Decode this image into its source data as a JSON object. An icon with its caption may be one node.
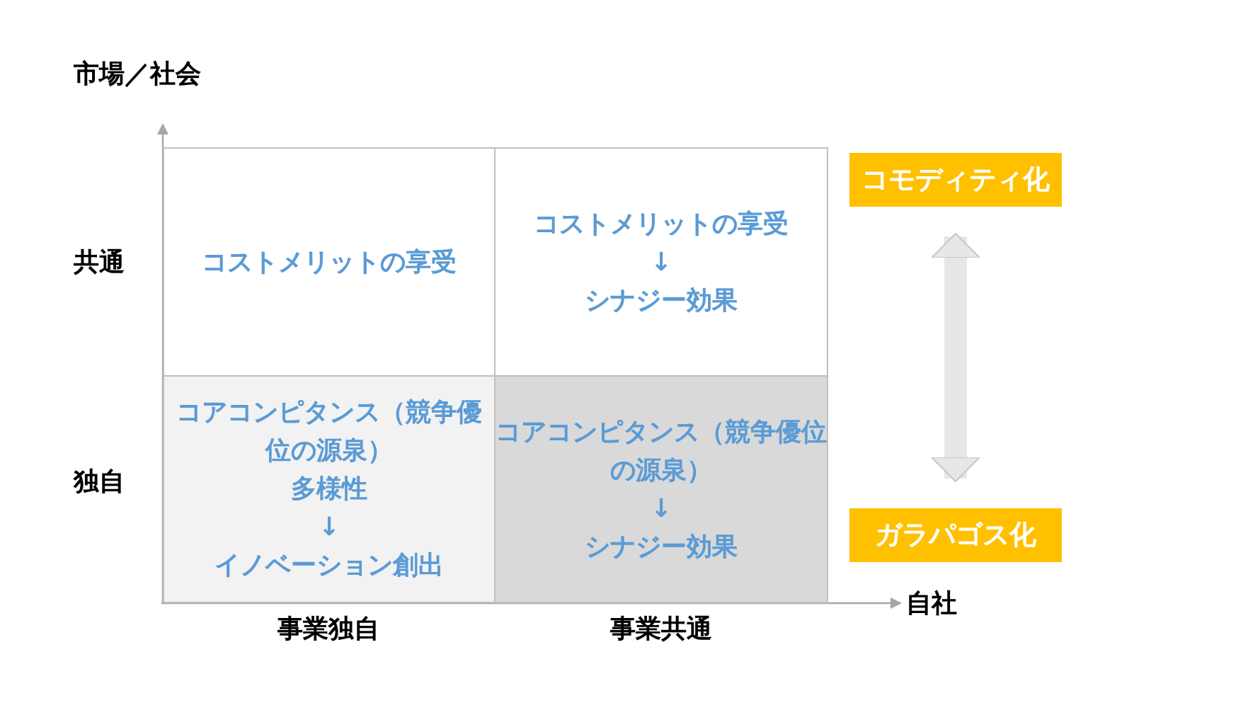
{
  "diagram": {
    "nodes": [
      {
        "text": [
          "コストメリットの享受"
        ]
      },
      {
        "text": [
          "コストメリットの享受",
          "↓",
          "シナジー効果"
        ]
      },
      {
        "text": [
          "コアコンピタンス（競争優位の源泉）",
          "多様性",
          "↓",
          "イノベーション創出"
        ]
      },
      {
        "text": [
          "コアコンピタンス（競争優位の源泉）",
          "↓",
          "シナジー効果"
        ]
      },
      {
        "text": [
          "コモディティ化"
        ]
      },
      {
        "text": [
          "ガラパゴス化"
        ]
      }
    ],
    "edges": [
      {
        "from": 4,
        "to": 5,
        "arrow": "both"
      }
    ],
    "labels": [
      "市場／社会",
      "共通",
      "独自",
      "事業独自",
      "事業共通",
      "自社"
    ]
  }
}
